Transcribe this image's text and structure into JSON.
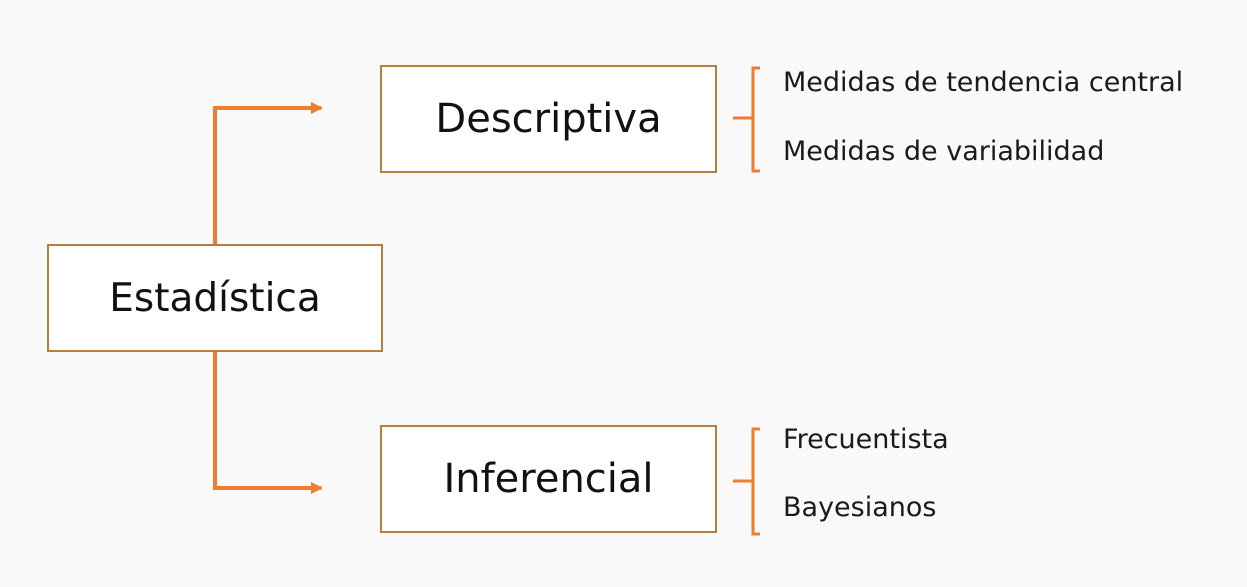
{
  "colors": {
    "connector": "#ed7d31",
    "box_border": "#b5813a",
    "background": "#f9f9f9",
    "box_fill": "#ffffff"
  },
  "root": {
    "label": "Estadística"
  },
  "branches": [
    {
      "label": "Descriptiva",
      "items": [
        "Medidas de tendencia central",
        "Medidas de variabilidad"
      ]
    },
    {
      "label": "Inferencial",
      "items": [
        "Frecuentista",
        "Bayesianos"
      ]
    }
  ]
}
